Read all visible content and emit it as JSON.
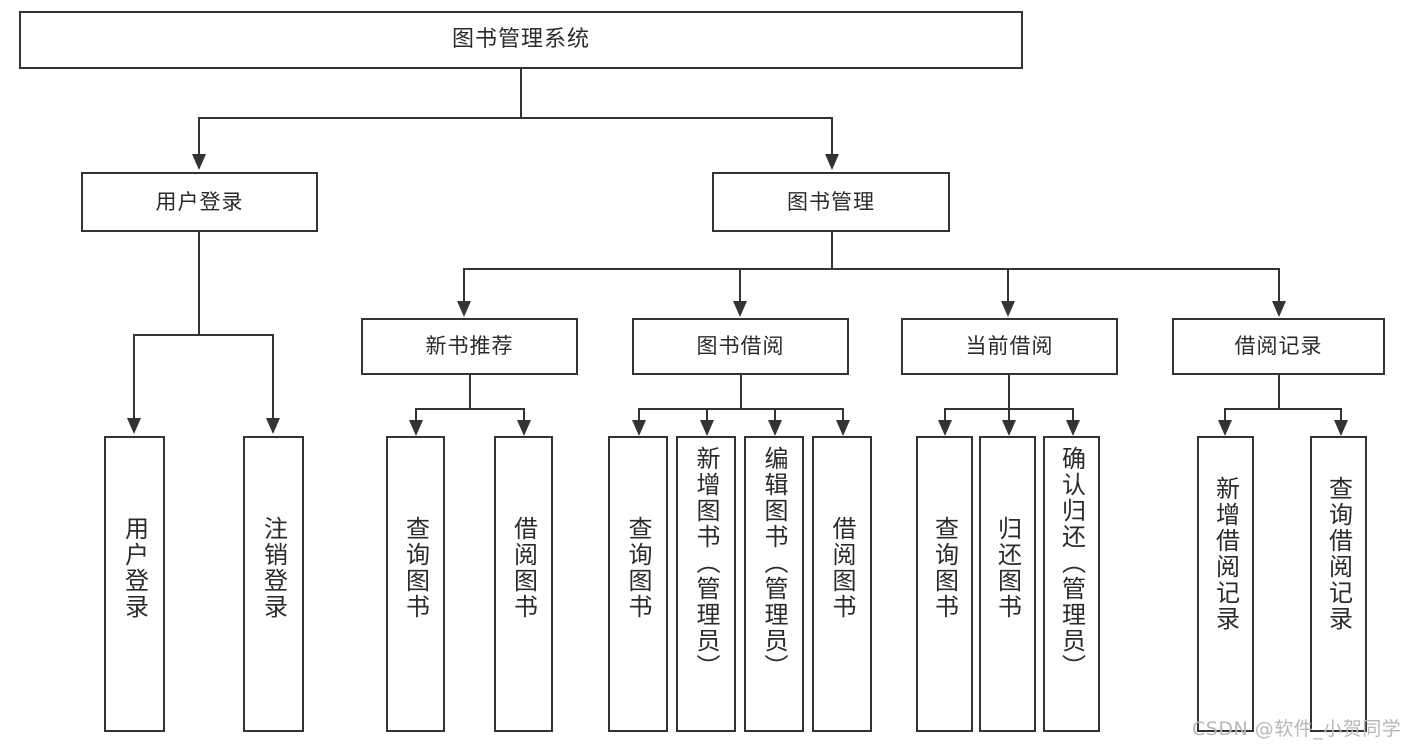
{
  "diagram": {
    "title": "图书管理系统",
    "watermark": "CSDN @软件_小贺同学",
    "colors": {
      "stroke": "#333333",
      "fill": "#ffffff",
      "text": "#2b2b2b",
      "watermark": "#b8b8b8"
    },
    "root": {
      "label": "图书管理系统"
    },
    "level1": [
      {
        "label": "用户登录"
      },
      {
        "label": "图书管理"
      }
    ],
    "level2": [
      {
        "label": "新书推荐"
      },
      {
        "label": "图书借阅"
      },
      {
        "label": "当前借阅"
      },
      {
        "label": "借阅记录"
      }
    ],
    "leaves": {
      "user_login": [
        {
          "label": "用户登录"
        },
        {
          "label": "注销登录"
        }
      ],
      "new_book_recommend": [
        {
          "label": "查询图书"
        },
        {
          "label": "借阅图书"
        }
      ],
      "book_borrow": [
        {
          "label": "查询图书"
        },
        {
          "label": "新增图书（管理员）"
        },
        {
          "label": "编辑图书（管理员）"
        },
        {
          "label": "借阅图书"
        }
      ],
      "current_borrow": [
        {
          "label": "查询图书"
        },
        {
          "label": "归还图书"
        },
        {
          "label": "确认归还（管理员）"
        }
      ],
      "borrow_record": [
        {
          "label": "新增借阅记录"
        },
        {
          "label": "查询借阅记录"
        }
      ]
    }
  }
}
